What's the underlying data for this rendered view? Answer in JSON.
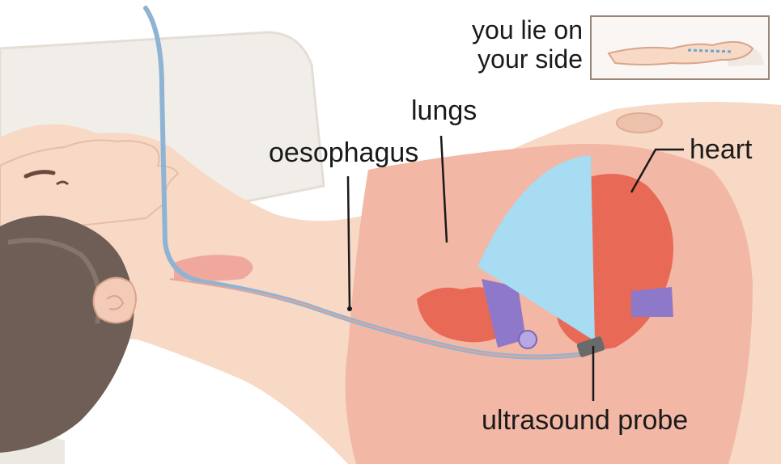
{
  "labels": {
    "position_line1": "you lie on",
    "position_line2": "your side",
    "lungs": "lungs",
    "oesophagus": "oesophagus",
    "heart": "heart",
    "probe": "ultrasound probe"
  },
  "colors": {
    "skin": "#f7d9c6",
    "skin_shadow": "#ecc2ab",
    "hair": "#6e5e56",
    "pillow": "#f1eee9",
    "chest_cavity": "#f3b7a6",
    "heart": "#e86a56",
    "vessels_purple": "#8e78c9",
    "ultrasound_beam": "#a7dcf2",
    "tube": "#8fb4d3",
    "probe": "#6a6a6a",
    "leader_line": "#1a1a1a"
  }
}
